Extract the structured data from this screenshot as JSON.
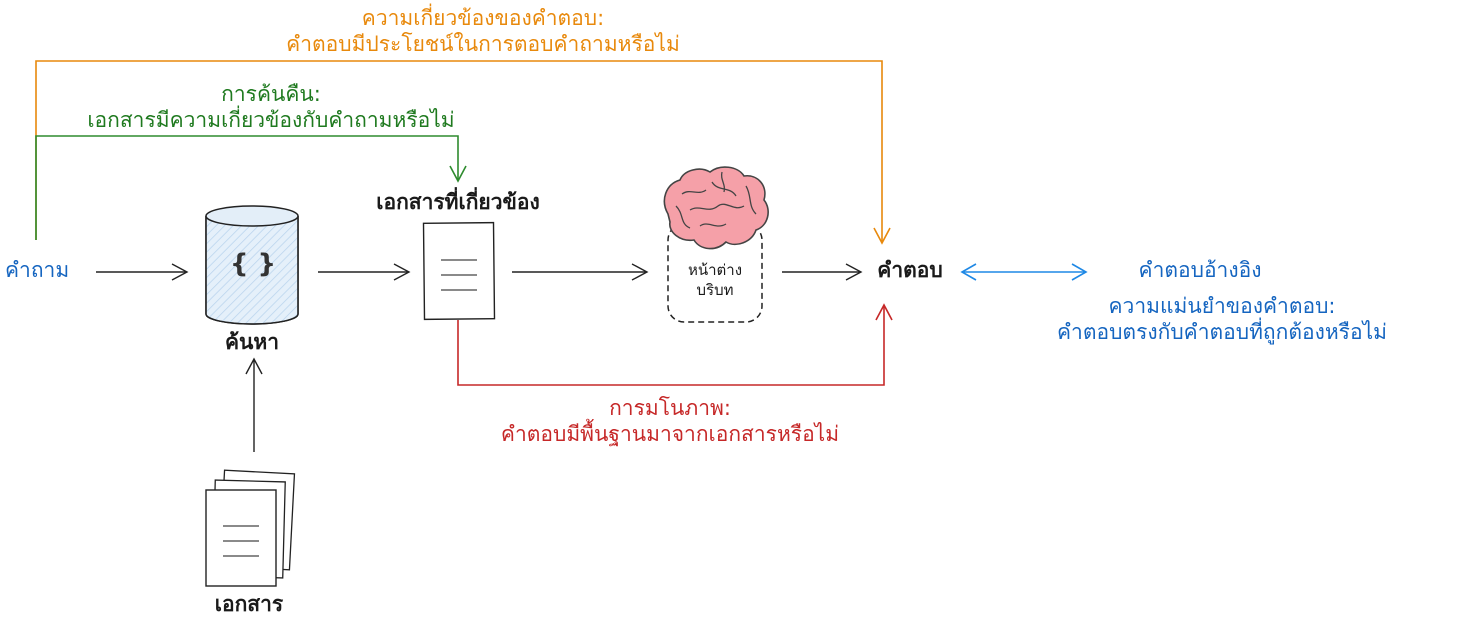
{
  "labels": {
    "answer_relevance_title": "ความเกี่ยวข้องของคำตอบ:",
    "answer_relevance_desc": "คำตอบมีประโยชน์ในการตอบคำถามหรือไม่",
    "retrieval_title": "การค้นคืน:",
    "retrieval_desc": "เอกสารมีความเกี่ยวข้องกับคำถามหรือไม่",
    "question": "คำถาม",
    "search": "ค้นหา",
    "relevant_docs": "เอกสารที่เกี่ยวข้อง",
    "context_window_line1": "หน้าต่าง",
    "context_window_line2": "บริบท",
    "answer": "คำตอบ",
    "reference_answer": "คำตอบอ้างอิง",
    "accuracy_title": "ความแม่นยำของคำตอบ:",
    "accuracy_desc": "คำตอบตรงกับคำตอบที่ถูกต้องหรือไม่",
    "hallucination_title": "การมโนภาพ:",
    "hallucination_desc": "คำตอบมีพื้นฐานมาจากเอกสารหรือไม่",
    "documents": "เอกสาร",
    "db_symbol": "{ }"
  },
  "colors": {
    "orange": "#e8890c",
    "green": "#1f7a1f",
    "red": "#c62828",
    "blue": "#1565c0",
    "black": "#1a1a1a",
    "db_fill": "#cfe3f5",
    "brain_fill": "#f5a0a8"
  },
  "icons": [
    "database-icon",
    "document-icon",
    "document-stack-icon",
    "brain-icon"
  ]
}
